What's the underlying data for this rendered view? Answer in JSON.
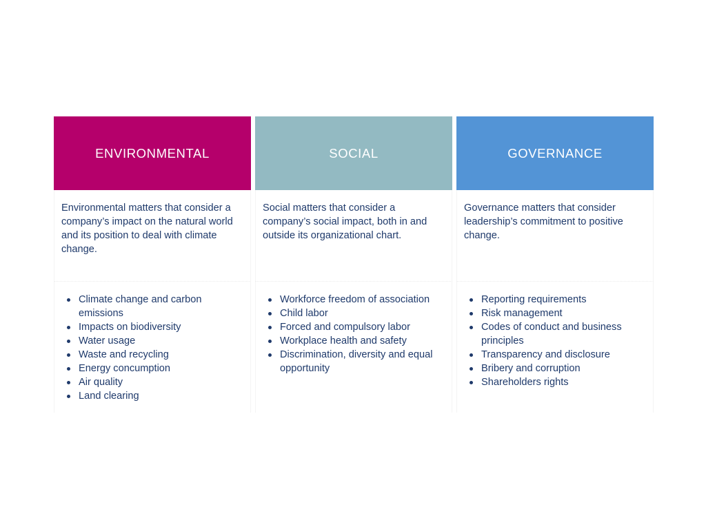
{
  "colors": {
    "environmental_header": "#B5006B",
    "social_header": "#93BAC2",
    "governance_header": "#5394D6",
    "body_text": "#1F3A6B"
  },
  "columns": [
    {
      "header": "ENVIRONMENTAL",
      "description": "Environmental matters that consider a company’s impact on the natural world and its position to deal with climate change.",
      "items": [
        "Climate change and carbon emissions",
        "Impacts on biodiversity",
        "Water usage",
        "Waste and recycling",
        "Energy concumption",
        "Air quality",
        "Land clearing"
      ]
    },
    {
      "header": "SOCIAL",
      "description": "Social matters that consider a company’s social impact, both in and outside its organizational chart.",
      "items": [
        "Workforce freedom of association",
        "Child labor",
        "Forced and compulsory labor",
        "Workplace health and safety",
        "Discrimination, diversity and equal opportunity"
      ]
    },
    {
      "header": "GOVERNANCE",
      "description": "Governance matters that consider leadership’s commitment to positive change.",
      "items": [
        "Reporting requirements",
        "Risk management",
        "Codes of conduct and business principles",
        "Transparency and disclosure",
        "Bribery and corruption",
        "Shareholders rights"
      ]
    }
  ]
}
